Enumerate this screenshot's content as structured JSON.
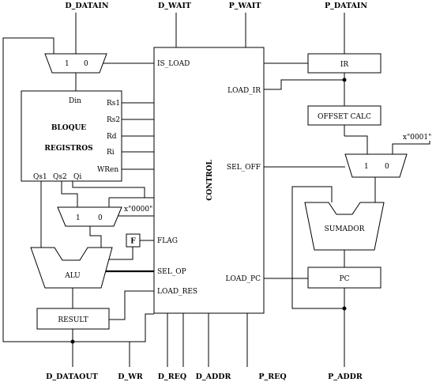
{
  "signals": {
    "d_datain": "D_DATAIN",
    "d_wait": "D_WAIT",
    "p_wait": "P_WAIT",
    "p_datain": "P_DATAIN",
    "d_dataout": "D_DATAOUT",
    "d_wr": "D_WR",
    "d_req": "D_REQ",
    "d_addr": "D_ADDR",
    "p_req": "P_REQ",
    "p_addr": "P_ADDR"
  },
  "blocks": {
    "control": "CONTROL",
    "bloque": "BLOQUE",
    "registros": "REGISTROS",
    "alu": "ALU",
    "result": "RESULT",
    "ir": "IR",
    "offset_calc": "OFFSET CALC",
    "sumador": "SUMADOR",
    "pc": "PC",
    "flag": "F"
  },
  "ports": {
    "is_load": "IS_LOAD",
    "load_ir": "LOAD_IR",
    "sel_off": "SEL_OFF",
    "flag": "FLAG",
    "sel_op": "SEL_OP",
    "load_res": "LOAD_RES",
    "load_pc": "LOAD_PC",
    "din": "Din",
    "rs1": "Rs1",
    "rs2": "Rs2",
    "rd": "Rd",
    "ri": "Ri",
    "wren": "WRen",
    "qs1": "Qs1",
    "qs2": "Qs2",
    "qi": "Qi"
  },
  "muxes": {
    "top": {
      "in1": "1",
      "in0": "0"
    },
    "alu_in": {
      "in1": "1",
      "in0": "0"
    },
    "offset": {
      "in1": "1",
      "in0": "0"
    }
  },
  "constants": {
    "zero": "x\"0000\"",
    "one": "x\"0001\""
  }
}
